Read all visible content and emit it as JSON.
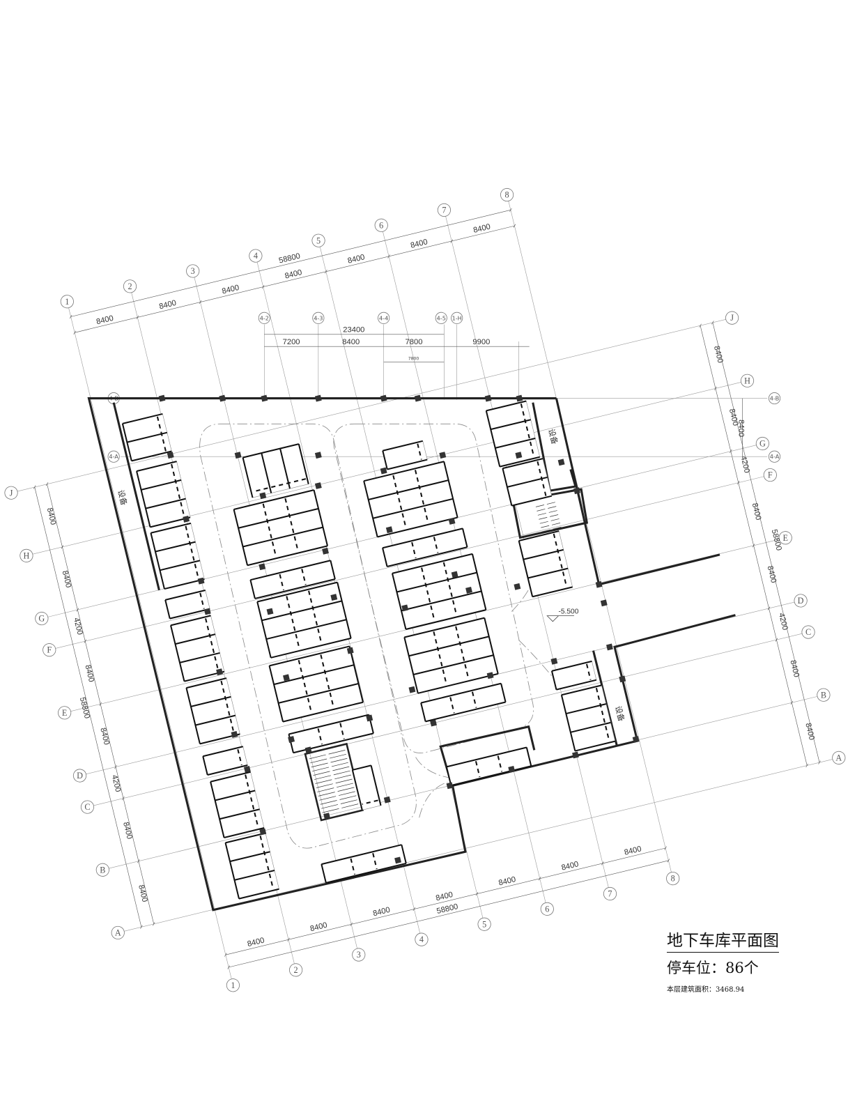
{
  "title": {
    "name": "地下车库平面图",
    "parking": "停车位：86个",
    "area": "本层建筑面积：3468.94"
  },
  "grid": {
    "columns": [
      "1",
      "2",
      "3",
      "4",
      "5",
      "6",
      "7",
      "8"
    ],
    "rows": [
      "A",
      "B",
      "C",
      "D",
      "E",
      "F",
      "G",
      "H",
      "J"
    ],
    "column_spacings": [
      "8400",
      "8400",
      "8400",
      "8400",
      "8400",
      "8400",
      "8400"
    ],
    "row_spacings": [
      "8400",
      "8400",
      "4200",
      "8400",
      "8400",
      "4200",
      "8400",
      "8400"
    ],
    "total": "58800"
  },
  "sub_grid": {
    "axes": [
      "4-2",
      "4-3",
      "4-4",
      "4-5",
      "1-H"
    ],
    "total": "23400",
    "spacings": [
      "7200",
      "8400",
      "7800",
      "9900"
    ],
    "small_dim": "7800",
    "side_axes": [
      "4-B",
      "4-A"
    ],
    "side_spacing": "8400"
  },
  "labels": {
    "equipment": "设备",
    "elevation": "-5.500"
  }
}
